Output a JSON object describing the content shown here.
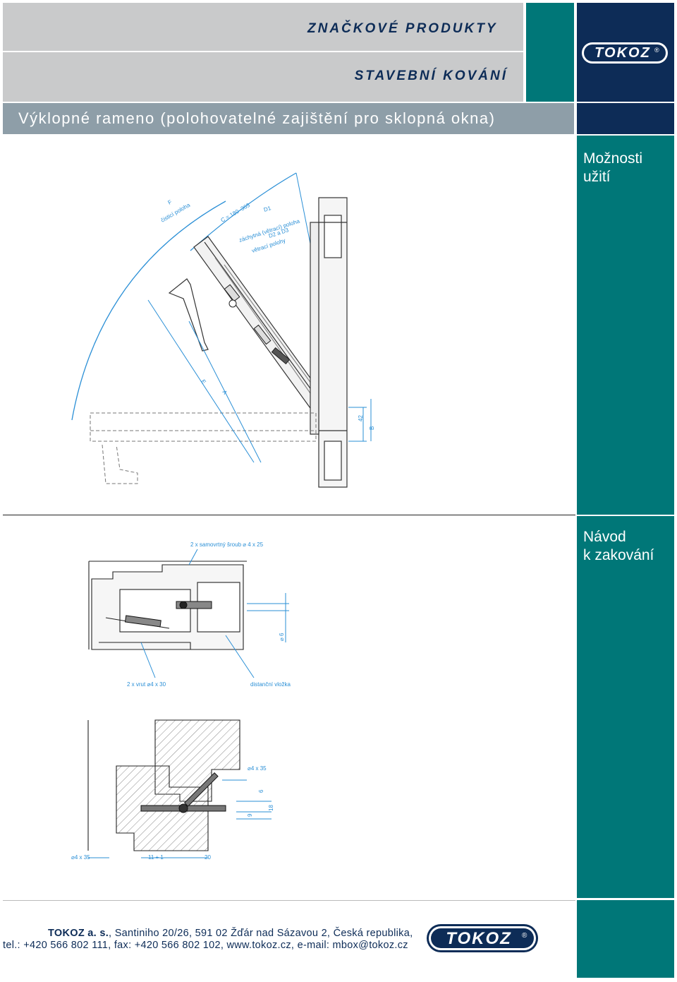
{
  "header": {
    "category": "ZNAČKOVÉ PRODUKTY",
    "subcategory": "STAVEBNÍ KOVÁNÍ",
    "title": "Výklopné rameno (polohovatelné zajištění pro sklopná okna)"
  },
  "brand": {
    "name": "TOKOZ",
    "registered": "®"
  },
  "sidebar": {
    "usage_label": "Možnosti užití",
    "usage_line1": "Možnosti",
    "usage_line2": "užití",
    "install_line1": "Návod",
    "install_line2": "k zakování"
  },
  "drawing1": {
    "labels": {
      "f_letter": "F",
      "f_text": "čisticí poloha",
      "c_range": "C = 180–363",
      "d1": "D1",
      "d1_text": "záchytná (větrací) poloha",
      "d2d3": "D2 a D3",
      "d2d3_text": "větrací polohy",
      "e": "E",
      "a": "A",
      "dim_42": "42",
      "b": "B"
    }
  },
  "drawing2": {
    "labels": {
      "screw": "2 x samovrtný šroub ⌀ 4 x 25",
      "vrut": "2 x vrut ⌀4 x 30",
      "spacer": "distanční vložka",
      "d6": "⌀ 6"
    }
  },
  "drawing3": {
    "labels": {
      "d435a": "⌀4 x 35",
      "d435b": "⌀4 x 35",
      "dim6": "6",
      "dim9": "9",
      "dim18": "18",
      "dim11": "11 + 1",
      "dim20": "20"
    }
  },
  "footer": {
    "company": "TOKOZ a. s.",
    "address": ", Santiniho 20/26, 591 02 Žďár nad Sázavou 2, Česká republika,",
    "contacts": "tel.: +420 566 802 111, fax: +420 566 802 102, www.tokoz.cz, e-mail: mbox@tokoz.cz"
  },
  "colors": {
    "navy": "#0d2c57",
    "teal": "#007778",
    "grey": "#c9cacb",
    "title_bar": "#8e9ea8",
    "dimension_blue": "#2a8fd6"
  }
}
